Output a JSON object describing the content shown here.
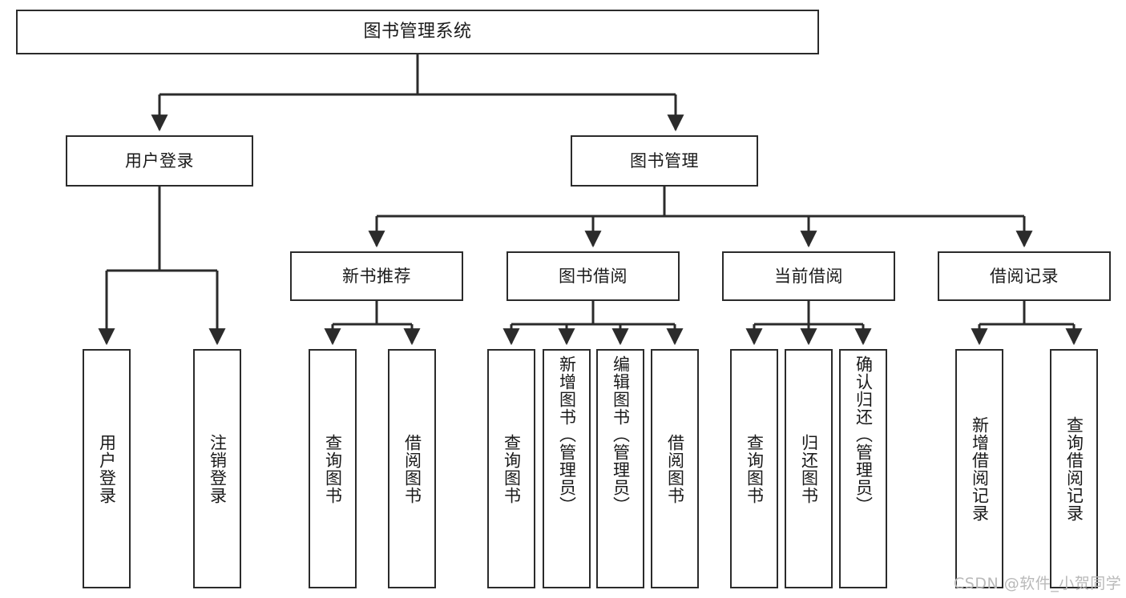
{
  "diagram": {
    "type": "tree",
    "title": "图书管理系统",
    "watermark": "CSDN @软件_小贺同学",
    "colors": {
      "box_border": "#2b2b2b",
      "box_fill": "#ffffff",
      "connector": "#2b2b2b",
      "text": "#1a1a1a",
      "watermark": "#b9b9b9",
      "background": "#ffffff"
    },
    "nodes": {
      "root": {
        "label": "图书管理系统",
        "level": 1
      },
      "l2": [
        {
          "id": "user-login",
          "label": "用户登录"
        },
        {
          "id": "book-manage",
          "label": "图书管理"
        }
      ],
      "l3": [
        {
          "id": "new-book-recommend",
          "label": "新书推荐",
          "parent": "book-manage"
        },
        {
          "id": "book-borrow",
          "label": "图书借阅",
          "parent": "book-manage"
        },
        {
          "id": "current-borrow",
          "label": "当前借阅",
          "parent": "book-manage"
        },
        {
          "id": "borrow-record",
          "label": "借阅记录",
          "parent": "book-manage"
        }
      ],
      "leaves": {
        "user_login": [
          {
            "id": "leaf-user-login",
            "label": "用户登录"
          },
          {
            "id": "leaf-logout",
            "label": "注销登录"
          }
        ],
        "new_book_recommend": [
          {
            "id": "leaf-query-book-1",
            "label": "查询图书"
          },
          {
            "id": "leaf-borrow-book-1",
            "label": "借阅图书"
          }
        ],
        "book_borrow": [
          {
            "id": "leaf-query-book-2",
            "label": "查询图书"
          },
          {
            "id": "leaf-add-book",
            "label": "新增图书（管理员）"
          },
          {
            "id": "leaf-edit-book",
            "label": "编辑图书（管理员）"
          },
          {
            "id": "leaf-borrow-book-2",
            "label": "借阅图书"
          }
        ],
        "current_borrow": [
          {
            "id": "leaf-query-book-3",
            "label": "查询图书"
          },
          {
            "id": "leaf-return-book",
            "label": "归还图书"
          },
          {
            "id": "leaf-confirm-return",
            "label": "确认归还（管理员）"
          }
        ],
        "borrow_record": [
          {
            "id": "leaf-add-record",
            "label": "新增借阅记录"
          },
          {
            "id": "leaf-query-record",
            "label": "查询借阅记录"
          }
        ]
      }
    }
  }
}
